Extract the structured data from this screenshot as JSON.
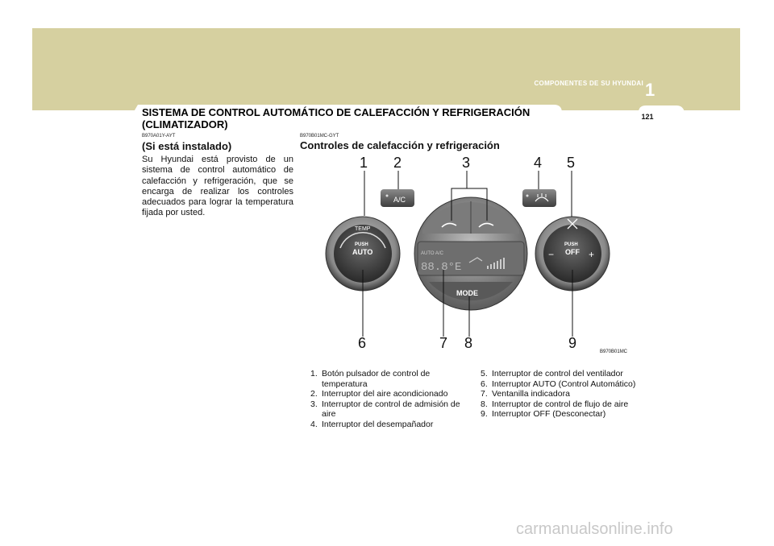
{
  "header": {
    "section_label": "COMPONENTES DE SU HYUNDAI",
    "section_number": "1",
    "page_number": "121",
    "title": "SISTEMA DE CONTROL AUTOMÁTICO DE CALEFACCIÓN Y REFRIGERACIÓN (CLIMATIZADOR)"
  },
  "left_column": {
    "code": "B970A01Y-AYT",
    "subtitle": "(Si está instalado)",
    "body": "Su Hyundai está provisto de un sistema de control automático de calefacción y refrigeración, que se encarga de realizar los controles adecuados para lograr la temperatura fijada por usted."
  },
  "right_column": {
    "code": "B970B01MC-GYT",
    "heading": "Controles de calefacción y refrigeración"
  },
  "figure": {
    "code": "B970B01MC",
    "callouts": [
      "1",
      "2",
      "3",
      "4",
      "5",
      "6",
      "7",
      "8",
      "9"
    ],
    "panel_labels": {
      "temp": "TEMP",
      "push_auto_1": "PUSH",
      "push_auto_2": "AUTO",
      "ac": "A/C",
      "push_off_1": "PUSH",
      "push_off_2": "OFF",
      "mode": "MODE",
      "display_modes": "AUTO  A/C",
      "display_digits": "88.8°E",
      "minus": "−",
      "plus": "+"
    }
  },
  "legend_left": [
    {
      "n": "1.",
      "text": "Botón pulsador de control de temperatura"
    },
    {
      "n": "2.",
      "text": "Interruptor del aire acondicionado"
    },
    {
      "n": "3.",
      "text": "Interruptor de control de admisión de aire"
    },
    {
      "n": "4.",
      "text": "Interruptor del desempañador"
    }
  ],
  "legend_right": [
    {
      "n": "5.",
      "text": "Interruptor de control del ventilador"
    },
    {
      "n": "6.",
      "text": "Interruptor AUTO (Control Automático)"
    },
    {
      "n": "7.",
      "text": "Ventanilla indicadora"
    },
    {
      "n": "8.",
      "text": "Interruptor de control de flujo de aire"
    },
    {
      "n": "9.",
      "text": "Interruptor OFF (Desconectar)"
    }
  ],
  "watermark": "carmanualsonline.info",
  "colors": {
    "band": "#d6d0a0",
    "knob_dark": "#4a4a4a",
    "display": "#7a7a7a"
  }
}
